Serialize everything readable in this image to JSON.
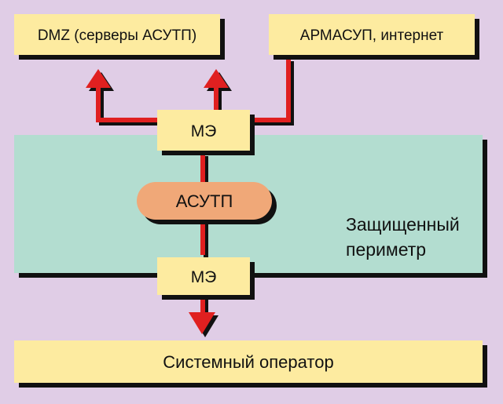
{
  "colors": {
    "background": "#e0cde6",
    "perimeter_fill": "#b3ddd0",
    "box_fill": "#fdeba0",
    "asutp_fill": "#f0a878",
    "connector": "#e02020",
    "shadow": "#111111"
  },
  "boxes": {
    "dmz": "DMZ (серверы АСУТП)",
    "armasup": "АРМАСУП, интернет",
    "firewall_top": "МЭ",
    "asutp": "АСУТП",
    "firewall_bottom": "МЭ",
    "system_operator": "Системный оператор"
  },
  "perimeter": {
    "line1": "Защищенный",
    "line2": "периметр"
  }
}
